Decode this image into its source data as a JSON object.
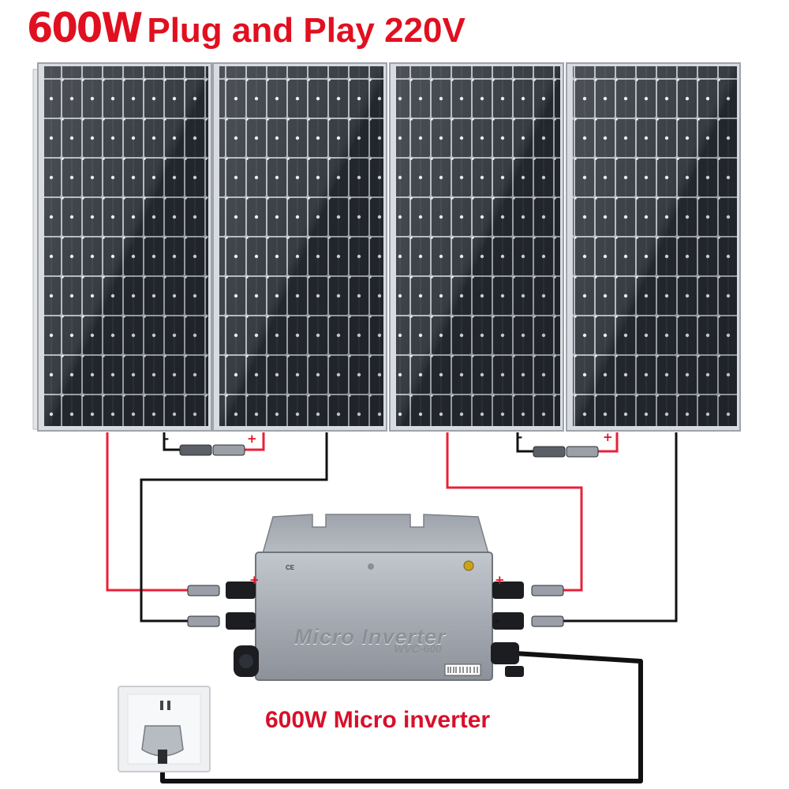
{
  "header": {
    "power": "600W",
    "subtitle": "Plug and Play 220V"
  },
  "inverter": {
    "label": "Micro Inverter",
    "model": "WVC-600",
    "mark": "CE"
  },
  "caption": "600W Micro inverter",
  "polarity": {
    "plus": "+",
    "minus": "-"
  },
  "colors": {
    "title_red": "#e01020",
    "positive_wire": "#e8203a",
    "negative_wire": "#111111",
    "panel_cell": "#2a2e36",
    "panel_frame": "#d8dbe0",
    "inverter_body": "#a4a9b1"
  },
  "panels": [
    {
      "name": "solar-panel-1"
    },
    {
      "name": "solar-panel-2"
    },
    {
      "name": "solar-panel-3"
    },
    {
      "name": "solar-panel-4"
    }
  ]
}
